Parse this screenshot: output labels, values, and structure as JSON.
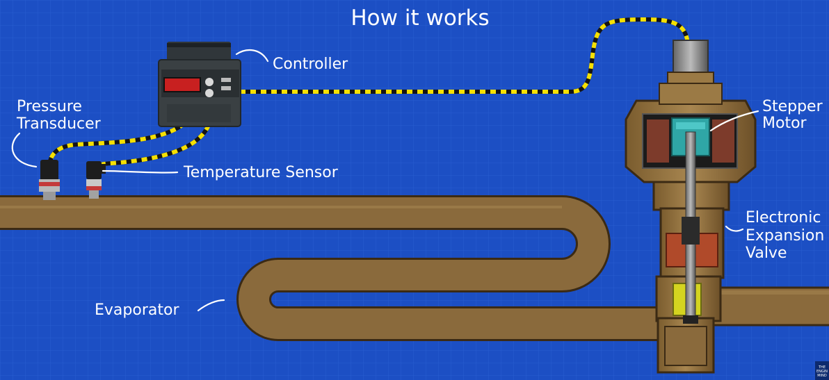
{
  "title": "How it works",
  "labels": {
    "controller": "Controller",
    "pressure_line1": "Pressure",
    "pressure_line2": "Transducer",
    "temperature": "Temperature Sensor",
    "evaporator": "Evaporator",
    "stepper_line1": "Stepper",
    "stepper_line2": "Motor",
    "eev_line1": "Electronic",
    "eev_line2": "Expansion",
    "eev_line3": "Valve"
  },
  "logo": "THE ENGINEERING MINDSET",
  "colors": {
    "background": "#1c4fc4",
    "grid": "#3a6fe0",
    "pipe": "#8a6a3c",
    "pipe_outline": "#3b2a14",
    "wire_yellow": "#f5e000",
    "wire_black": "#151515",
    "controller_body": "#3a4043",
    "display": "#c82020",
    "valve_body": "#9b7a45",
    "rotor": "#2fa6a6",
    "coil": "#b04a2a",
    "armature": "#d4d420"
  }
}
